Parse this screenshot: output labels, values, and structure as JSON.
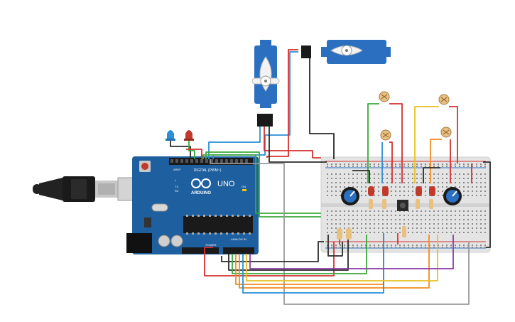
{
  "arduino": {
    "brand": "ARDUINO",
    "model": "UNO",
    "label_digital": "DIGITAL (PWM~)",
    "label_analog": "ANALOG IN",
    "label_power": "POWER",
    "label_aref": "AREF",
    "label_gnd": "GND",
    "label_tx": "TX",
    "label_rx": "RX",
    "label_l": "L",
    "label_on": "ON"
  },
  "components": {
    "servo_count": 2,
    "photoresistor_count": 4,
    "led_count_on_breadboard": 4,
    "potentiometer_count": 2,
    "pushbutton_count": 1,
    "standalone_leds": [
      "blue",
      "red"
    ]
  },
  "colors": {
    "board": "#1e5f9f",
    "servo": "#2a6fc0",
    "breadboard": "#e4e4e4",
    "wire_red": "#d63030",
    "wire_black": "#2a2a2a",
    "wire_green": "#3aaa3a",
    "wire_blue": "#2a8fd6",
    "wire_yellow": "#e8c020",
    "wire_orange": "#f08c20",
    "wire_purple": "#8a3aa8",
    "wire_gray": "#9a9a9a",
    "wire_brown": "#8a5a2a"
  }
}
